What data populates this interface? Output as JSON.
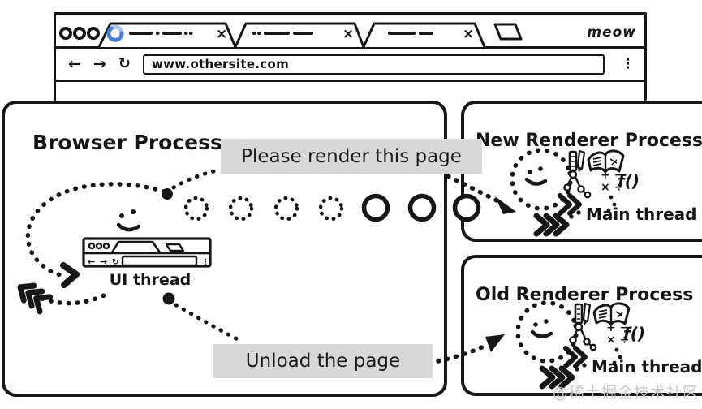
{
  "colors": {
    "ink": "#161616",
    "label_background": "#d8d8d8",
    "spinner_blue": "#4a7fd0",
    "spinner_light_blue": "#aac6ea",
    "watermark_gray": "#c7c7c7"
  },
  "window": {
    "meow": "meow",
    "url": "www.othersite.com",
    "back_icon": "←",
    "forward_icon": "→",
    "reload_icon": "↻",
    "menu_icon": "⋮",
    "tab_close_icon": "×",
    "tab_count": 3
  },
  "mini_browser": {
    "back_icon": "←",
    "forward_icon": "→",
    "reload_icon": "↻",
    "menu_icon": "⋮"
  },
  "browser_process": {
    "title": "Browser Process",
    "ui_thread": "UI thread",
    "msg_render": "Please render this page",
    "msg_unload": "Unload the page"
  },
  "new_renderer": {
    "title": "New Renderer Process",
    "main_thread": "Main thread",
    "math_top": "+ −",
    "math_bottom": "× ÷",
    "fn": "f()"
  },
  "old_renderer": {
    "title": "Old Renderer Process",
    "main_thread": "Main thread",
    "math_top": "+ −",
    "math_bottom": "× ÷",
    "fn": "f()"
  },
  "watermark": "@稀土掘金技术社区"
}
